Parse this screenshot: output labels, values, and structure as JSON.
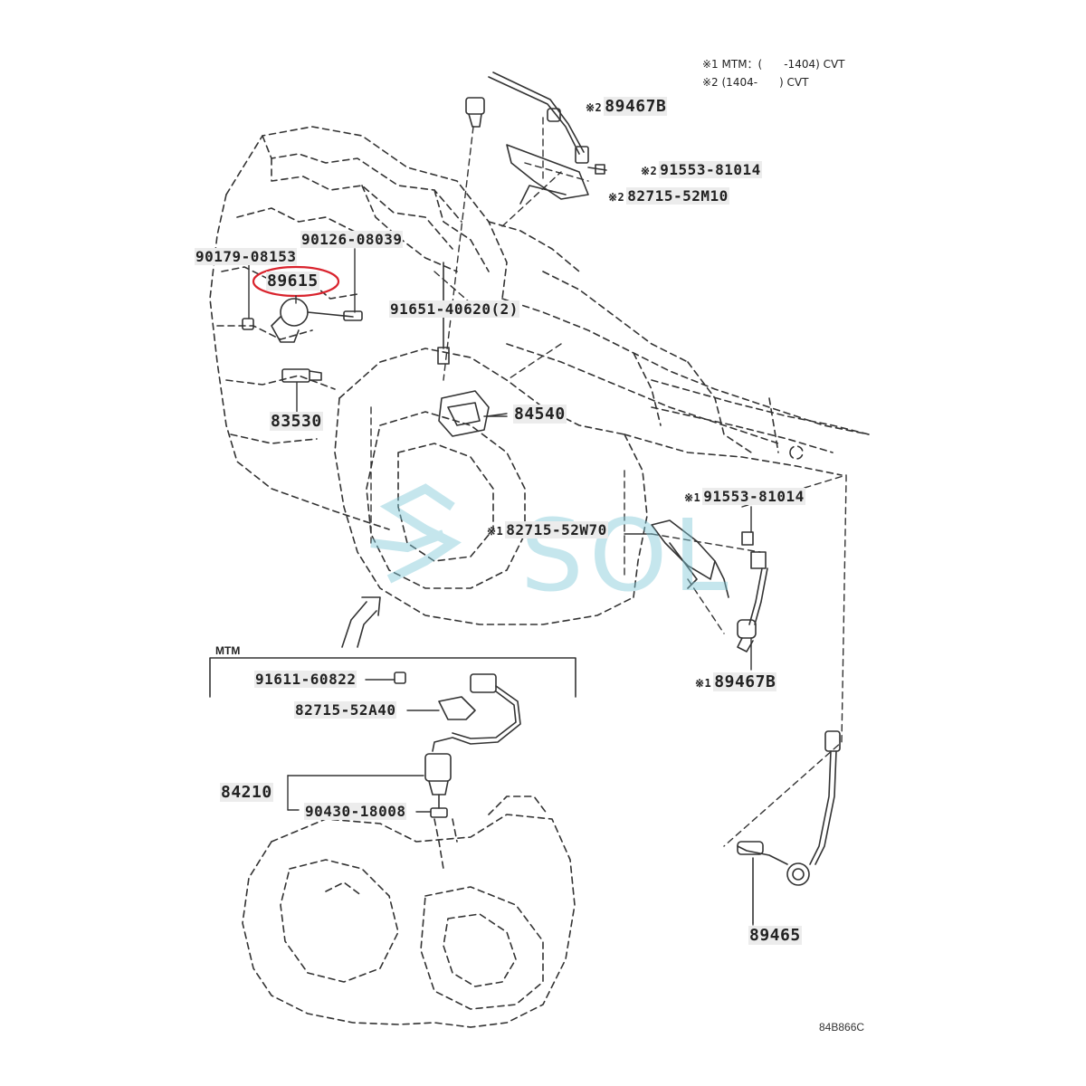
{
  "notes": {
    "n1": "※1 MTM：(　　-1404) CVT",
    "n2": "※2 (1404-　　) CVT"
  },
  "section_label": "MTM",
  "drawing_code": "84B866C",
  "watermark": "SOL",
  "colors": {
    "line": "#333333",
    "highlight": "#d9232d",
    "watermark": "#7fc8d8",
    "label_bg": "#ececec"
  },
  "parts": [
    {
      "id": "p-89467b-top",
      "mark": "※2",
      "number": "89467B"
    },
    {
      "id": "p-91553-top",
      "mark": "※2",
      "number": "91553-81014"
    },
    {
      "id": "p-82715-52m10",
      "mark": "※2",
      "number": "82715-52M10"
    },
    {
      "id": "p-90126-08039",
      "mark": "",
      "number": "90126-08039"
    },
    {
      "id": "p-90179-08153",
      "mark": "",
      "number": "90179-08153"
    },
    {
      "id": "p-89615",
      "mark": "",
      "number": "89615"
    },
    {
      "id": "p-91651-40620",
      "mark": "",
      "number": "91651-40620(2)"
    },
    {
      "id": "p-83530",
      "mark": "",
      "number": "83530"
    },
    {
      "id": "p-84540",
      "mark": "",
      "number": "84540"
    },
    {
      "id": "p-91553-mid",
      "mark": "※1",
      "number": "91553-81014"
    },
    {
      "id": "p-82715-52w70",
      "mark": "※1",
      "number": "82715-52W70"
    },
    {
      "id": "p-89467b-mid",
      "mark": "※1",
      "number": "89467B"
    },
    {
      "id": "p-91611-60822",
      "mark": "",
      "number": "91611-60822"
    },
    {
      "id": "p-82715-52a40",
      "mark": "",
      "number": "82715-52A40"
    },
    {
      "id": "p-84210",
      "mark": "",
      "number": "84210"
    },
    {
      "id": "p-90430-18008",
      "mark": "",
      "number": "90430-18008"
    },
    {
      "id": "p-89465",
      "mark": "",
      "number": "89465"
    }
  ]
}
